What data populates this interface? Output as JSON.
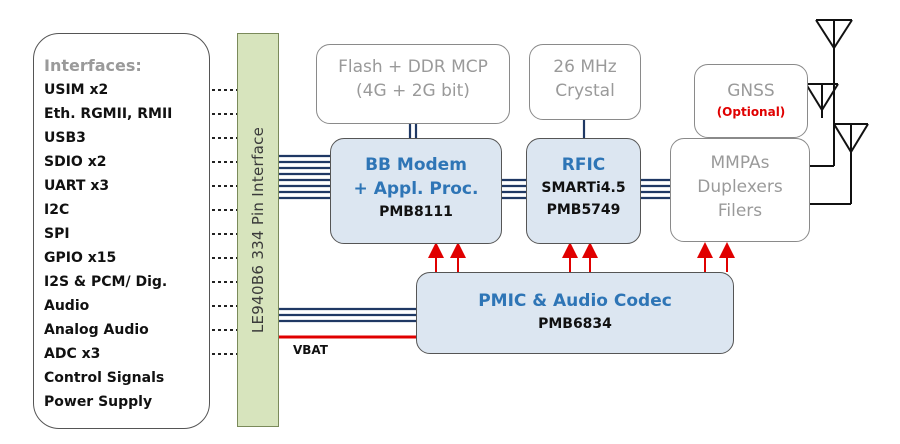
{
  "interfaces": {
    "title": "Interfaces:",
    "items": [
      "USIM x2",
      "Eth. RGMII, RMII",
      "USB3",
      "SDIO x2",
      "UART x3",
      "I2C",
      "SPI",
      "GPIO x15",
      "I2S & PCM/ Dig.",
      "Audio",
      "Analog Audio",
      "ADC x3",
      "Control Signals",
      "Power Supply"
    ]
  },
  "pin_interface": {
    "label": "LE940B6 334 Pin Interface"
  },
  "flash_block": {
    "line1": "Flash + DDR MCP",
    "line2": "(4G + 2G bit)"
  },
  "crystal_block": {
    "line1": "26 MHz",
    "line2": "Crystal"
  },
  "gnss_block": {
    "title": "GNSS",
    "note": "(Optional)"
  },
  "modem_block": {
    "line1": "BB Modem",
    "line2": "+ Appl. Proc.",
    "part": "PMB8111"
  },
  "rfic_block": {
    "title": "RFIC",
    "line2": "SMARTi4.5",
    "part": "PMB5749"
  },
  "mmpa_block": {
    "line1": "MMPAs",
    "line2": "Duplexers",
    "line3": "Filers"
  },
  "pmic_block": {
    "title": "PMIC & Audio Codec",
    "part": "PMB6834"
  },
  "vbat_label": "VBAT",
  "colors": {
    "bus_line": "#1f3864",
    "power_line": "#e00000",
    "pin_bar_fill": "#d7e4bd",
    "chip_fill": "#dce6f1",
    "chip_title": "#2e75b6"
  }
}
